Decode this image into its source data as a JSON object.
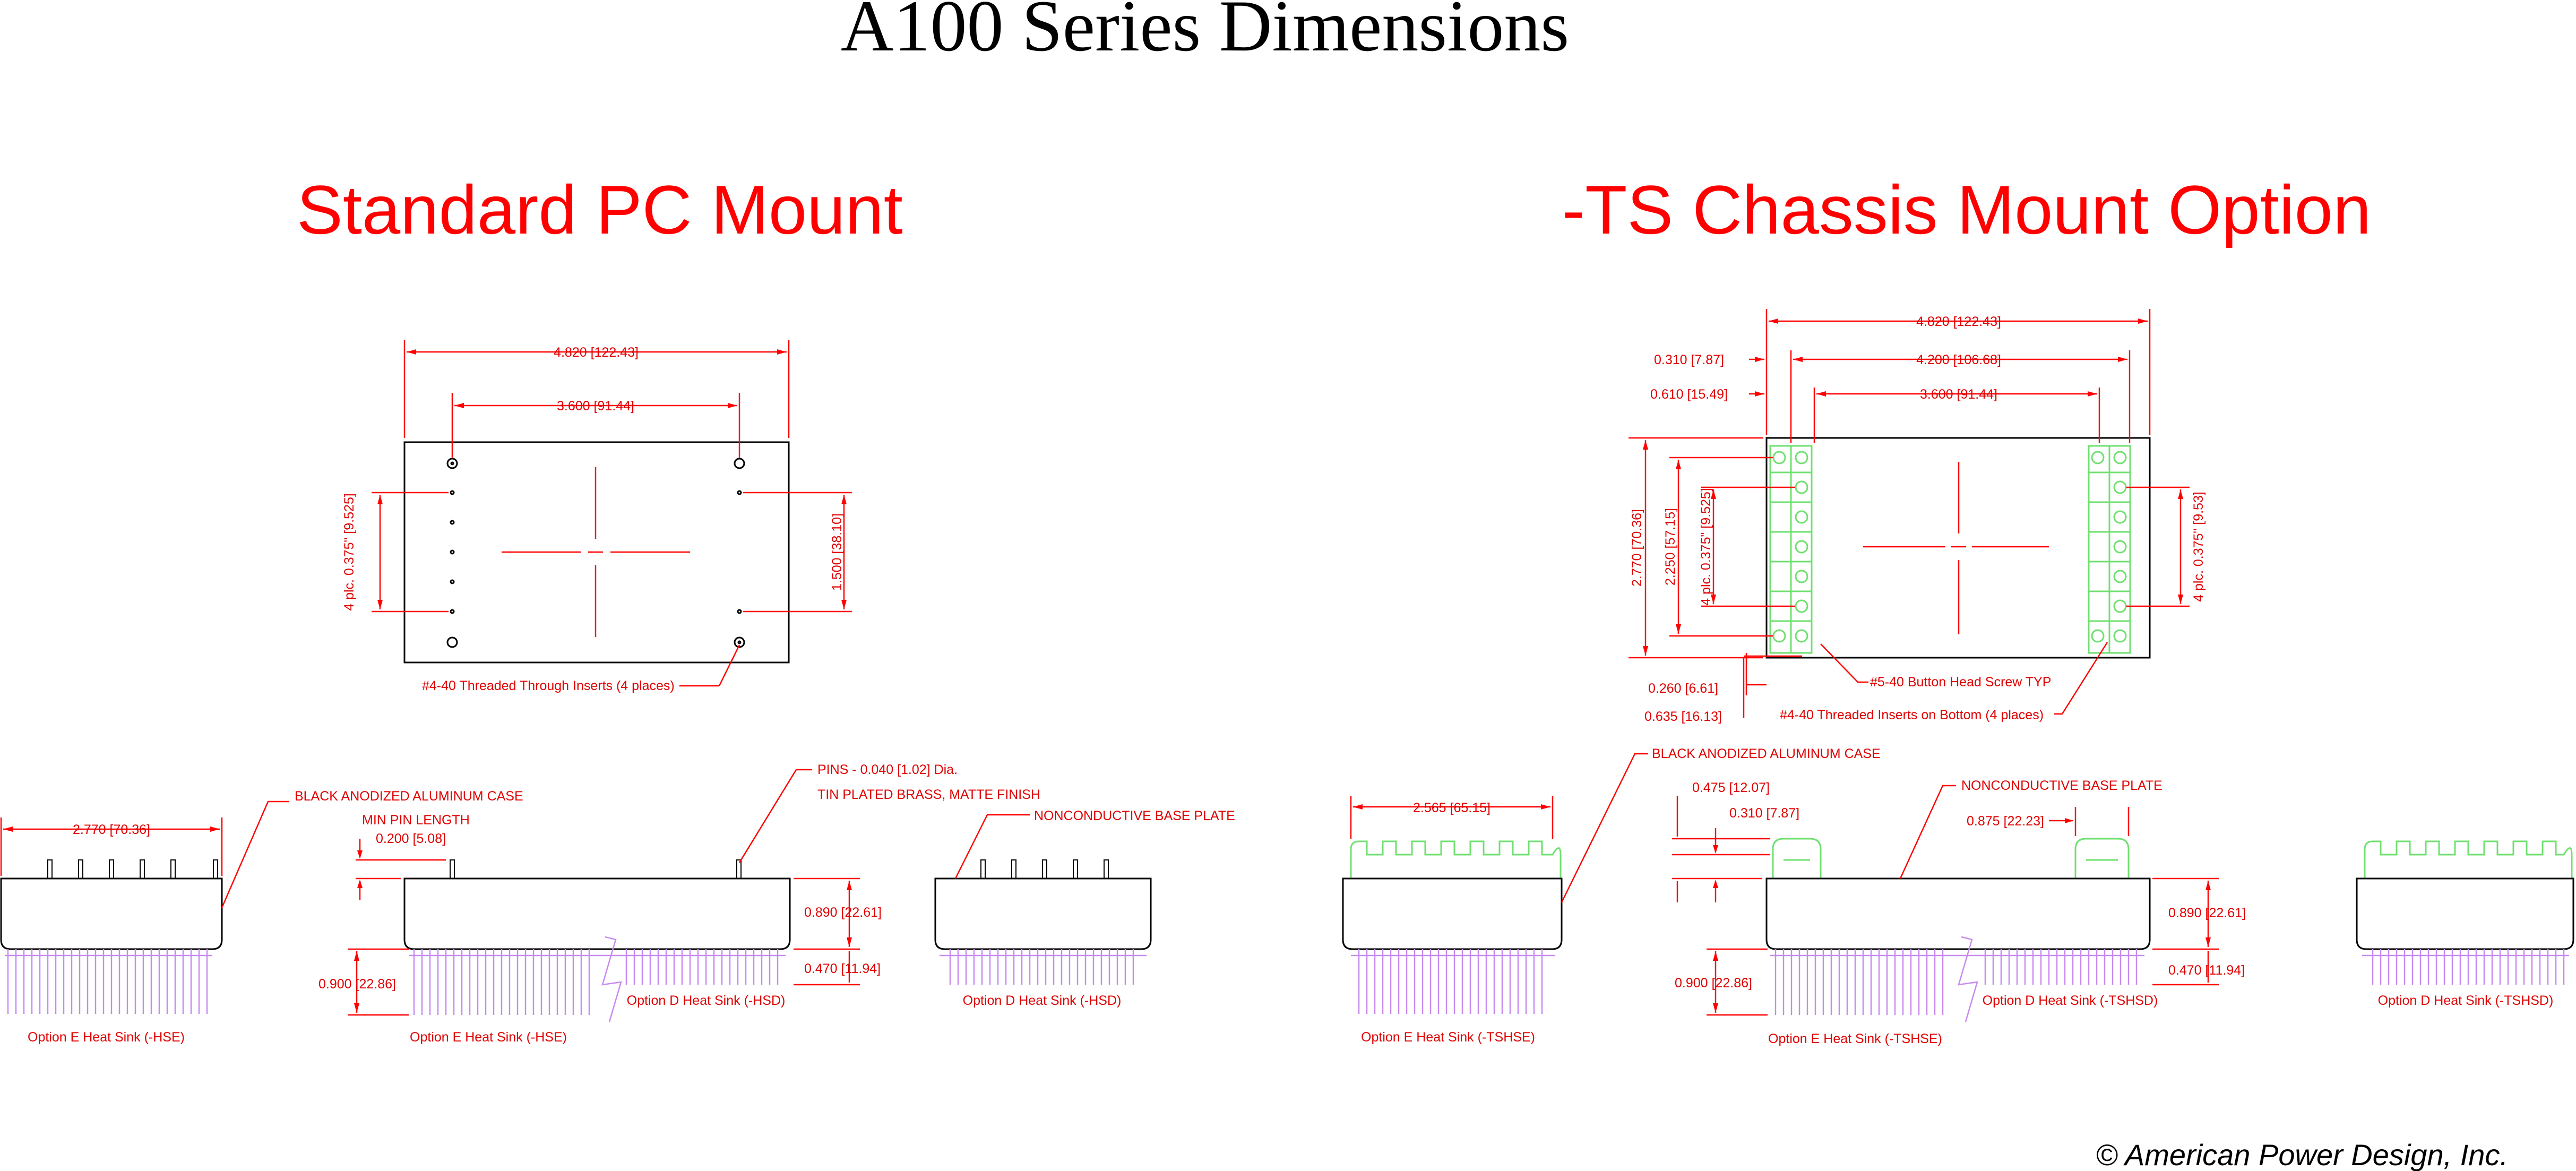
{
  "title": "A100 Series Dimensions",
  "sections": {
    "standard": "Standard PC Mount",
    "chassis": "-TS Chassis Mount Option"
  },
  "pc_top": {
    "width_overall": "4.820 [122.43]",
    "width_inner": "3.600 [91.44]",
    "pitch_left": "4 plc. 0.375\" [9.525]",
    "height_right": "1.500 [38.10]",
    "note_inserts": "#4-40 Threaded Through Inserts (4 places)"
  },
  "ts_top": {
    "width_overall": "4.820 [122.43]",
    "width_4200": "4.200 [106.68]",
    "width_3600": "3.600 [91.44]",
    "dim_0310": "0.310 [7.87]",
    "dim_0610": "0.610 [15.49]",
    "height_2770": "2.770 [70.36]",
    "height_2250": "2.250 [57.15]",
    "pitch_left": "4 plc. 0.375\" [9.525]",
    "pitch_right": "4 plc. 0.375\" [9.53]",
    "dim_0260": "0.260 [6.61]",
    "dim_0635": "0.635 [16.13]",
    "note_screw": "#5-40 Button Head Screw TYP",
    "note_inserts": "#4-40 Threaded Inserts on Bottom (4 places)"
  },
  "pc_side": {
    "width_end": "2.770 [70.36]",
    "case_note": "BLACK ANODIZED ALUMINUM CASE",
    "min_pin": "MIN PIN LENGTH",
    "min_pin_val": "0.200 [5.08]",
    "pins_note": "PINS -  0.040 [1.02] Dia.",
    "pins_finish": "TIN PLATED BRASS, MATTE FINISH",
    "base_note": "NONCONDUCTIVE BASE PLATE",
    "dim_0890": "0.890 [22.61]",
    "dim_0470": "0.470 [11.94]",
    "dim_0900": "0.900 [22.86]",
    "hse_a": "Option E Heat Sink (-HSE)",
    "hse_b": "Option E Heat Sink (-HSE)",
    "hsd_a": "Option D Heat Sink (-HSD)",
    "hsd_b": "Option D Heat Sink (-HSD)"
  },
  "ts_side": {
    "case_note": "BLACK ANODIZED ALUMINUM CASE",
    "width_end": "2.565 [65.15]",
    "dim_0475": "0.475 [12.07]",
    "dim_0310": "0.310 [7.87]",
    "base_note": "NONCONDUCTIVE BASE PLATE",
    "dim_0875": "0.875 [22.23]",
    "dim_0890": "0.890 [22.61]",
    "dim_0470": "0.470 [11.94]",
    "dim_0900": "0.900 [22.86]",
    "tshse_a": "Option E Heat Sink (-TSHSE)",
    "tshse_b": "Option E Heat Sink (-TSHSE)",
    "tshsd_a": "Option D Heat Sink (-TSHSD)",
    "tshsd_b": "Option D Heat Sink (-TSHSD)"
  },
  "copyright": "© American Power Design, Inc."
}
